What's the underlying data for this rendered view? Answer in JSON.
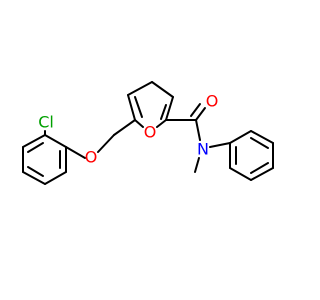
{
  "molecule": {
    "atoms": {
      "chlorine": {
        "label": "Cl",
        "color": "#00a000"
      },
      "ether_oxygen": {
        "label": "O",
        "color": "#ff0000"
      },
      "furan_oxygen": {
        "label": "O",
        "color": "#ff0000"
      },
      "carbonyl_oxygen": {
        "label": "O",
        "color": "#ff0000"
      },
      "amide_nitrogen": {
        "label": "N",
        "color": "#0000ff"
      }
    },
    "bond_color": "#000000"
  }
}
